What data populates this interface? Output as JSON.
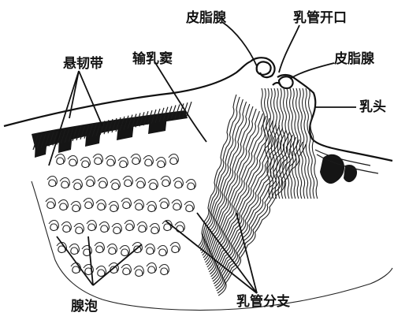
{
  "labels": {
    "sebaceous_gland_top": "皮脂腺",
    "duct_opening": "乳管开口",
    "sebaceous_gland_right": "皮脂腺",
    "nipple": "乳头",
    "suspensory_ligament": "悬韧带",
    "lactiferous_sinus": "输乳窦",
    "alveoli": "腺泡",
    "duct_branches": "乳管分支"
  },
  "colors": {
    "ink": "#111111",
    "background": "#ffffff"
  }
}
